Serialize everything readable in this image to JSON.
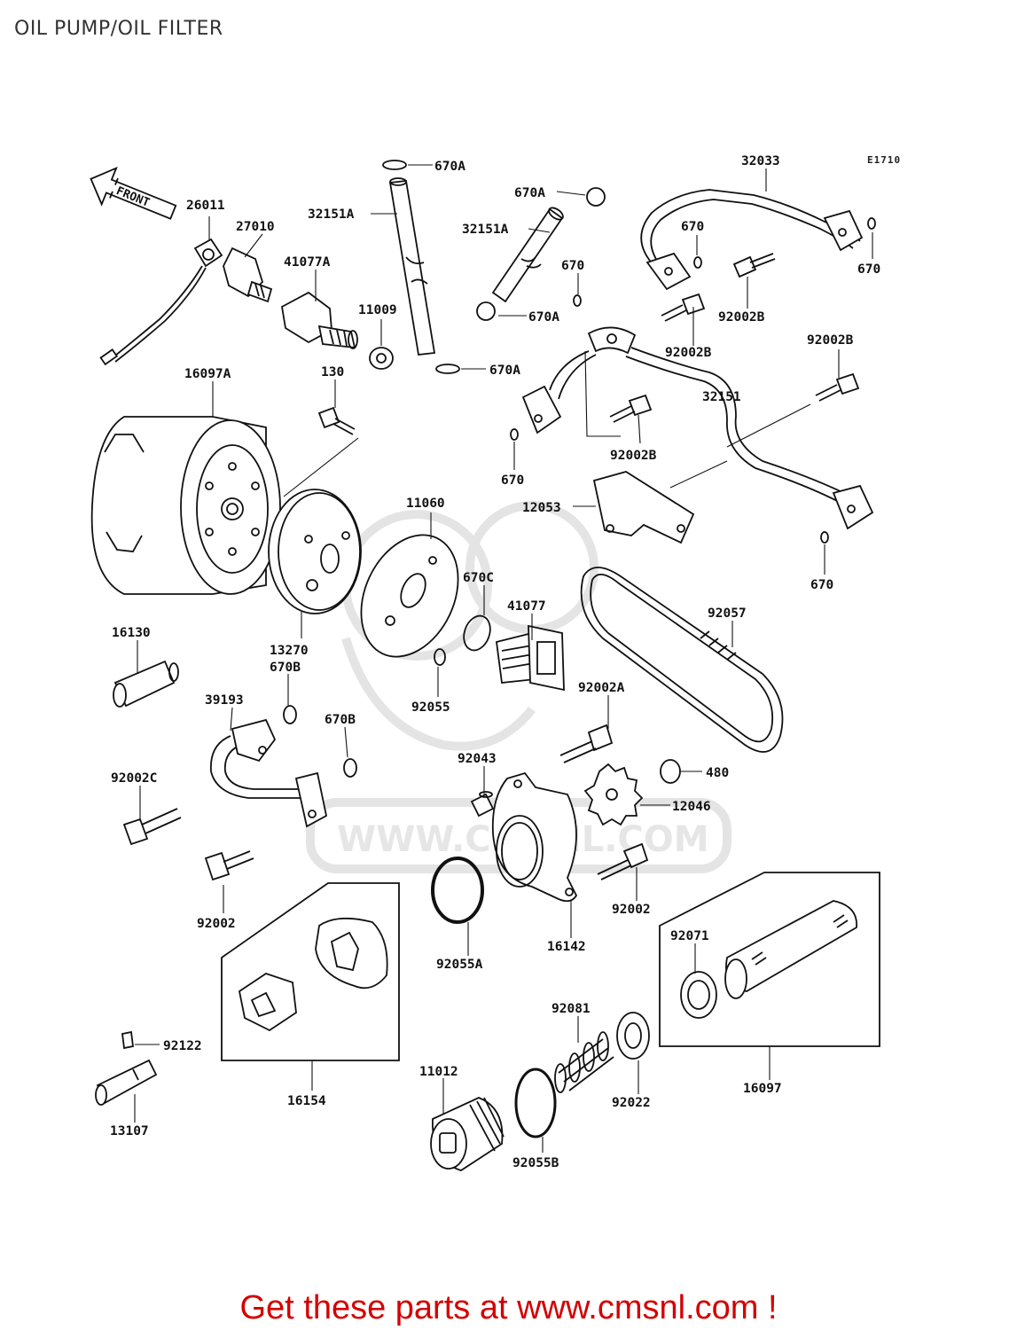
{
  "page": {
    "title": "OIL PUMP/OIL FILTER",
    "diagram_code": "E1710",
    "front_label": "FRONT",
    "watermark_text": "WWW.CMSNL.COM",
    "footer": "Get these parts at www.cmsnl.com !",
    "footer_color": "#d40000"
  },
  "labels": [
    {
      "id": "p26011",
      "text": "26011"
    },
    {
      "id": "p27010",
      "text": "27010"
    },
    {
      "id": "p41077A",
      "text": "41077A"
    },
    {
      "id": "p11009",
      "text": "11009"
    },
    {
      "id": "p32151A_1",
      "text": "32151A"
    },
    {
      "id": "p670A_1",
      "text": "670A"
    },
    {
      "id": "p670A_2",
      "text": "670A"
    },
    {
      "id": "p32151A_2",
      "text": "32151A"
    },
    {
      "id": "p670_1",
      "text": "670"
    },
    {
      "id": "p670A_3",
      "text": "670A"
    },
    {
      "id": "p670A_4",
      "text": "670A"
    },
    {
      "id": "p32033",
      "text": "32033"
    },
    {
      "id": "p670_2",
      "text": "670"
    },
    {
      "id": "p670_3",
      "text": "670"
    },
    {
      "id": "p92002B_1",
      "text": "92002B"
    },
    {
      "id": "p92002B_2",
      "text": "92002B"
    },
    {
      "id": "p92002B_3",
      "text": "92002B"
    },
    {
      "id": "p32151",
      "text": "32151"
    },
    {
      "id": "p92002B_4",
      "text": "92002B"
    },
    {
      "id": "p16097A",
      "text": "16097A"
    },
    {
      "id": "p130",
      "text": "130"
    },
    {
      "id": "p670_4",
      "text": "670"
    },
    {
      "id": "p12053",
      "text": "12053"
    },
    {
      "id": "p11060",
      "text": "11060"
    },
    {
      "id": "p670_5",
      "text": "670"
    },
    {
      "id": "p670C",
      "text": "670C"
    },
    {
      "id": "p41077",
      "text": "41077"
    },
    {
      "id": "p92057",
      "text": "92057"
    },
    {
      "id": "p16130",
      "text": "16130"
    },
    {
      "id": "p13270",
      "text": "13270"
    },
    {
      "id": "p670B_1",
      "text": "670B"
    },
    {
      "id": "p92055",
      "text": "92055"
    },
    {
      "id": "p39193",
      "text": "39193"
    },
    {
      "id": "p670B_2",
      "text": "670B"
    },
    {
      "id": "p92002A",
      "text": "92002A"
    },
    {
      "id": "p92043",
      "text": "92043"
    },
    {
      "id": "p480",
      "text": "480"
    },
    {
      "id": "p92002C",
      "text": "92002C"
    },
    {
      "id": "p12046",
      "text": "12046"
    },
    {
      "id": "p92002_1",
      "text": "92002"
    },
    {
      "id": "p92002_2",
      "text": "92002"
    },
    {
      "id": "p92055A",
      "text": "92055A"
    },
    {
      "id": "p16142",
      "text": "16142"
    },
    {
      "id": "p92071",
      "text": "92071"
    },
    {
      "id": "p92081",
      "text": "92081"
    },
    {
      "id": "p92122",
      "text": "92122"
    },
    {
      "id": "p11012",
      "text": "11012"
    },
    {
      "id": "p16154",
      "text": "16154"
    },
    {
      "id": "p92022",
      "text": "92022"
    },
    {
      "id": "p16097",
      "text": "16097"
    },
    {
      "id": "p13107",
      "text": "13107"
    },
    {
      "id": "p92055B",
      "text": "92055B"
    }
  ]
}
